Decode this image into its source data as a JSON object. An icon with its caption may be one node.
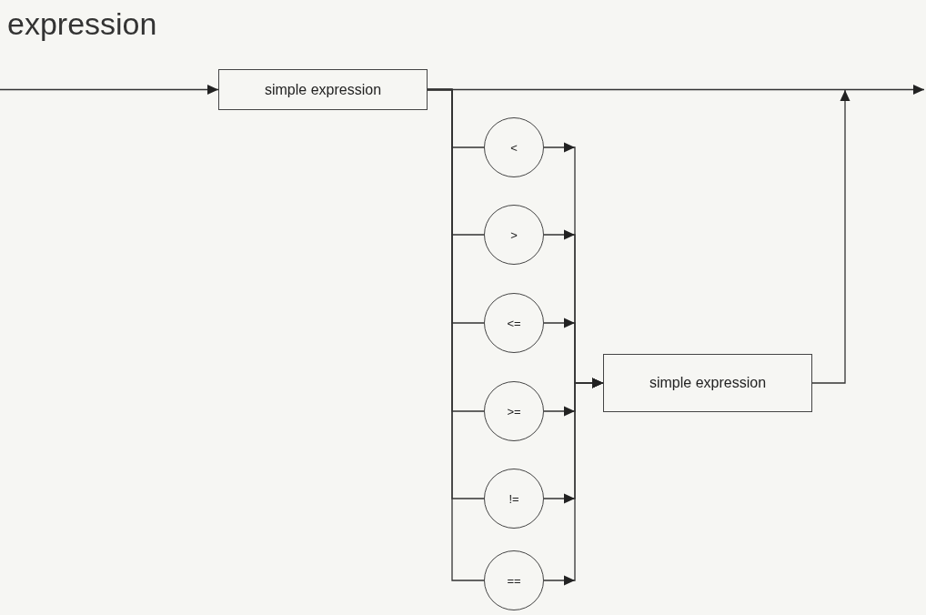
{
  "diagram": {
    "title": "expression",
    "nodes": [
      {
        "text": [
          "simple expression"
        ]
      },
      {
        "text": [
          "<"
        ]
      },
      {
        "text": [
          ">"
        ]
      },
      {
        "text": [
          "<="
        ]
      },
      {
        "text": [
          ">="
        ]
      },
      {
        "text": [
          "!="
        ]
      },
      {
        "text": [
          "=="
        ]
      },
      {
        "text": [
          "simple expression"
        ]
      }
    ],
    "edges": [
      {
        "from": null,
        "to": 0,
        "arrow": "to"
      },
      {
        "from": 0,
        "to": null,
        "arrow": "to"
      },
      {
        "from": 7,
        "to": null,
        "arrow": "to"
      },
      {
        "from": 0,
        "to": 1,
        "arrow": "none"
      },
      {
        "from": 0,
        "to": 2,
        "arrow": "none"
      },
      {
        "from": 0,
        "to": 3,
        "arrow": "none"
      },
      {
        "from": 0,
        "to": 4,
        "arrow": "none"
      },
      {
        "from": 0,
        "to": 5,
        "arrow": "none"
      },
      {
        "from": 0,
        "to": 6,
        "arrow": "none"
      },
      {
        "from": 1,
        "to": 7,
        "arrow": "to"
      },
      {
        "from": 2,
        "to": 7,
        "arrow": "to"
      },
      {
        "from": 3,
        "to": 7,
        "arrow": "to"
      },
      {
        "from": 4,
        "to": 7,
        "arrow": "to"
      },
      {
        "from": 5,
        "to": 7,
        "arrow": "to"
      },
      {
        "from": 6,
        "to": 7,
        "arrow": "to"
      }
    ]
  }
}
